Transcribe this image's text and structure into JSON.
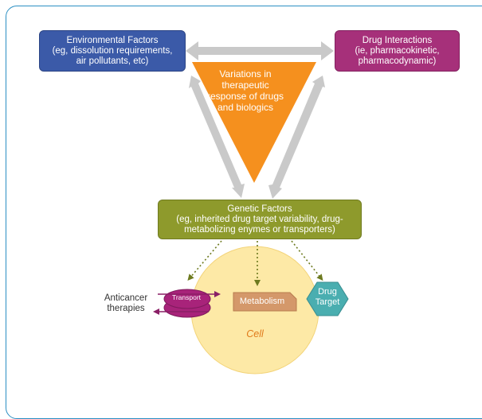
{
  "boxes": {
    "environmental": "Environmental Factors\n(eg, dissolution requirements,\nair pollutants, etc)",
    "interactions": "Drug Interactions\n(ie, pharmacokinetic,\npharmacodynamic)",
    "genetic": "Genetic Factors\n(eg, inherited drug target variability, drug-\nmetabolizing enymes or transporters)"
  },
  "triangle_label": "Variations in\ntherapeutic\nresponse of drugs\nand biologics",
  "cell": {
    "anticancer_label": "Anticancer\ntherapies",
    "transport_label": "Transport",
    "metabolism_label": "Metabolism",
    "drug_target_label": "Drug\nTarget",
    "cell_label": "Cell"
  },
  "colors": {
    "environmental": "#3b5aa8",
    "interactions": "#a6307a",
    "genetic": "#8e9a2c",
    "triangle": "#f5901e",
    "cell": "#fde9a6",
    "transport": "#a8237a",
    "metabolism": "#d4986a",
    "drug_target": "#4aaeb0",
    "arrows": "#c9c9c9",
    "frame": "#2b8fc3"
  }
}
